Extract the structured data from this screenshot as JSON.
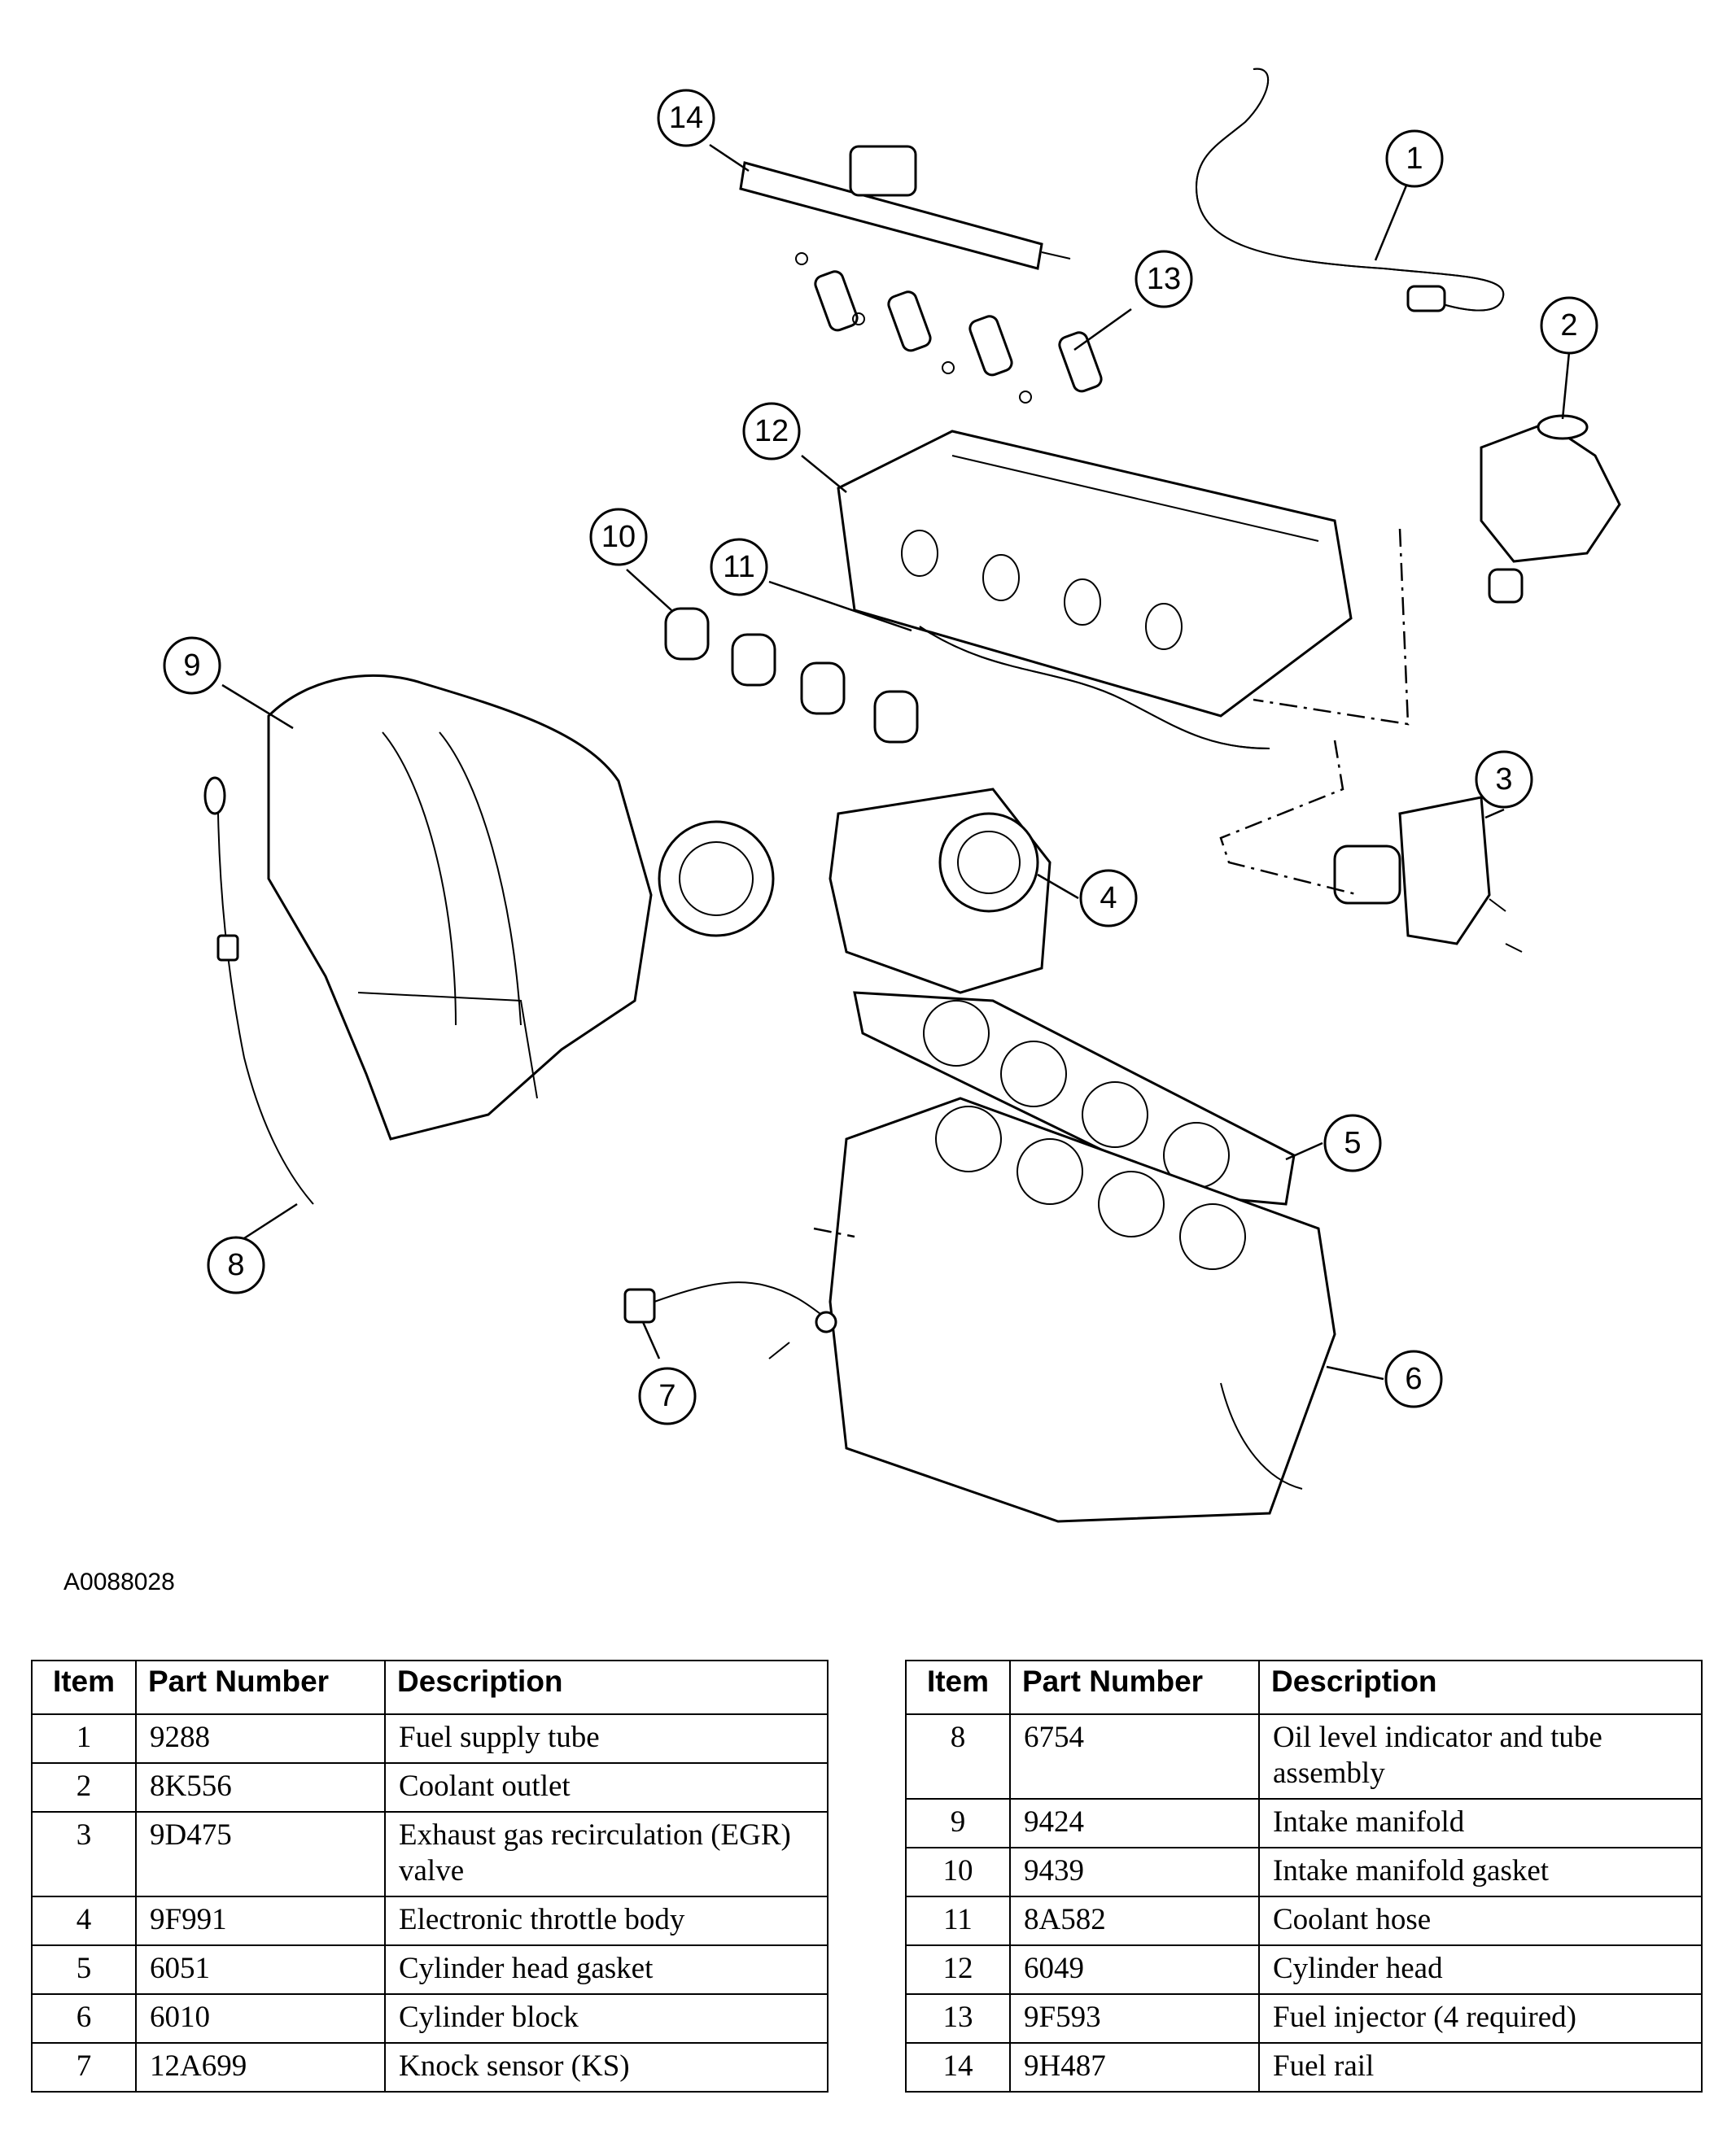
{
  "figure_id": "A0088028",
  "callouts": [
    "1",
    "2",
    "3",
    "4",
    "5",
    "6",
    "7",
    "8",
    "9",
    "10",
    "11",
    "12",
    "13",
    "14"
  ],
  "tables": [
    {
      "headers": {
        "item": "Item",
        "part_number": "Part Number",
        "description": "Description"
      },
      "rows": [
        {
          "item": "1",
          "part_number": "9288",
          "description": "Fuel supply tube"
        },
        {
          "item": "2",
          "part_number": "8K556",
          "description": "Coolant outlet"
        },
        {
          "item": "3",
          "part_number": "9D475",
          "description": "Exhaust gas recirculation (EGR) valve"
        },
        {
          "item": "4",
          "part_number": "9F991",
          "description": "Electronic throttle body"
        },
        {
          "item": "5",
          "part_number": "6051",
          "description": "Cylinder head gasket"
        },
        {
          "item": "6",
          "part_number": "6010",
          "description": "Cylinder block"
        },
        {
          "item": "7",
          "part_number": "12A699",
          "description": "Knock sensor (KS)"
        }
      ]
    },
    {
      "headers": {
        "item": "Item",
        "part_number": "Part Number",
        "description": "Description"
      },
      "rows": [
        {
          "item": "8",
          "part_number": "6754",
          "description": "Oil level indicator and tube assembly"
        },
        {
          "item": "9",
          "part_number": "9424",
          "description": "Intake manifold"
        },
        {
          "item": "10",
          "part_number": "9439",
          "description": "Intake manifold gasket"
        },
        {
          "item": "11",
          "part_number": "8A582",
          "description": "Coolant hose"
        },
        {
          "item": "12",
          "part_number": "6049",
          "description": "Cylinder head"
        },
        {
          "item": "13",
          "part_number": "9F593",
          "description": "Fuel injector (4 required)"
        },
        {
          "item": "14",
          "part_number": "9H487",
          "description": "Fuel rail"
        }
      ]
    }
  ]
}
